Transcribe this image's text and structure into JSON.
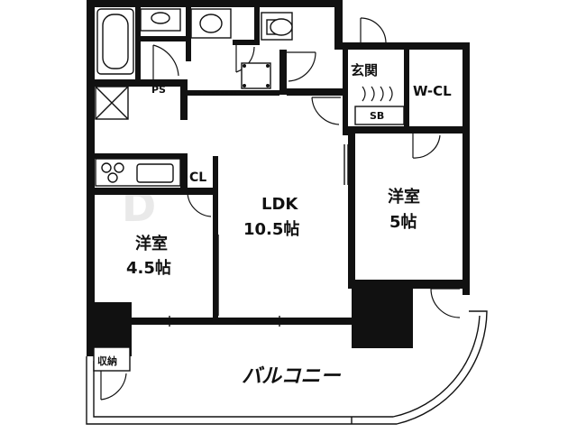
{
  "rooms": {
    "entrance": "玄関",
    "walk_in_closet": "W-CL",
    "shoe_box": "SB",
    "pipe_space": "PS",
    "closet": "CL",
    "ldk_name": "LDK",
    "ldk_size": "10.5帖",
    "western_right_name": "洋室",
    "western_right_size": "5帖",
    "western_left_name": "洋室",
    "western_left_size": "4.5帖",
    "storage": "収納",
    "balcony": "バルコニー"
  }
}
